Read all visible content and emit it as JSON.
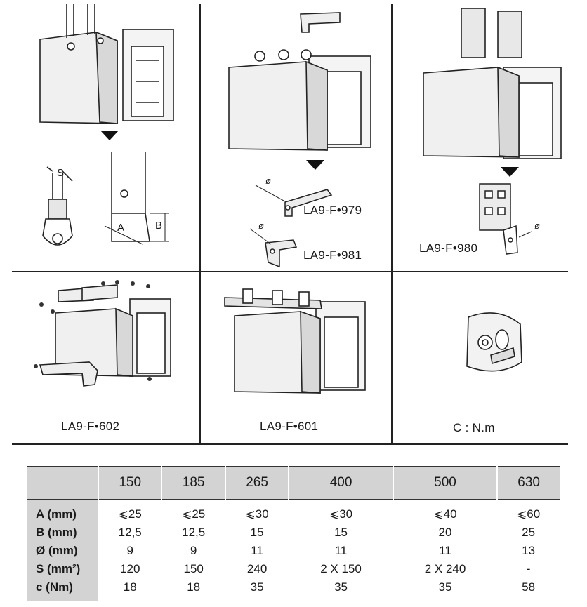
{
  "labels": {
    "la9_979": "LA9-F•979",
    "la9_981": "LA9-F•981",
    "la9_980": "LA9-F•980",
    "la9_602": "LA9-F•602",
    "la9_601": "LA9-F•601",
    "torque": "C : N.m",
    "phi": "ø",
    "dim_s": "S",
    "dim_a": "A",
    "dim_b": "B"
  },
  "table": {
    "columns": [
      "150",
      "185",
      "265",
      "400",
      "500",
      "630"
    ],
    "rows": [
      {
        "label": "A (mm)",
        "values": [
          "⩽25",
          "⩽25",
          "⩽30",
          "⩽30",
          "⩽40",
          "⩽60"
        ]
      },
      {
        "label": "B (mm)",
        "values": [
          "12,5",
          "12,5",
          "15",
          "15",
          "20",
          "25"
        ]
      },
      {
        "label": "Ø (mm)",
        "values": [
          "9",
          "9",
          "11",
          "11",
          "11",
          "13"
        ]
      },
      {
        "label": "S (mm²)",
        "values": [
          "120",
          "150",
          "240",
          "2 X 150",
          "2 X 240",
          "-"
        ]
      },
      {
        "label": "c (Nm)",
        "values": [
          "18",
          "18",
          "35",
          "35",
          "35",
          "58"
        ]
      }
    ]
  }
}
